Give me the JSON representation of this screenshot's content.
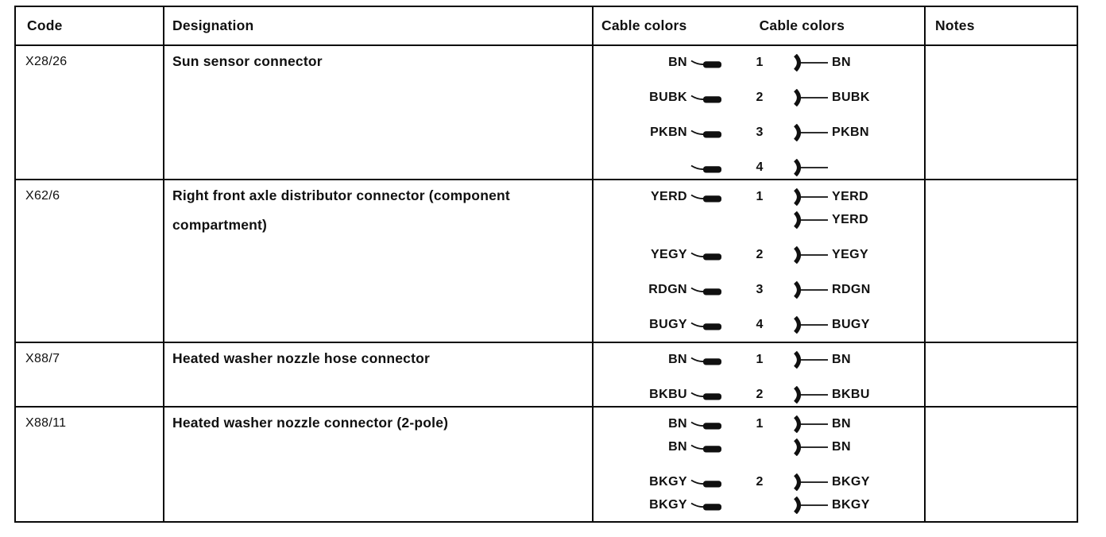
{
  "colors": {
    "ink": "#101010",
    "paper": "#ffffff",
    "rule_lines": "#0a0a0a"
  },
  "icons": {
    "wire_terminal": "wire-terminal-icon (wire lead ending in solid crimp terminal)",
    "socket_contact": "socket-contact-icon (bold open-arc socket with lead line)"
  },
  "table": {
    "headers": {
      "code": "Code",
      "designation": "Designation",
      "cable_colors_left": "Cable colors",
      "cable_colors_right": "Cable colors",
      "notes": "Notes"
    },
    "rows": [
      {
        "code": "X28/26",
        "designation": "Sun sensor connector",
        "notes": "",
        "pins": [
          {
            "pin": "1",
            "lines": [
              {
                "left": "BN",
                "wire": true,
                "right": "BN",
                "socket": true
              }
            ]
          },
          {
            "pin": "2",
            "lines": [
              {
                "left": "BUBK",
                "wire": true,
                "right": "BUBK",
                "socket": true
              }
            ]
          },
          {
            "pin": "3",
            "lines": [
              {
                "left": "PKBN",
                "wire": true,
                "right": "PKBN",
                "socket": true
              }
            ]
          },
          {
            "pin": "4",
            "lines": [
              {
                "left": "",
                "wire": true,
                "right": "",
                "socket": true
              }
            ]
          }
        ]
      },
      {
        "code": "X62/6",
        "designation": "Right front axle distributor connector (component compartment)",
        "notes": "",
        "pins": [
          {
            "pin": "1",
            "lines": [
              {
                "left": "YERD",
                "wire": true,
                "right": "YERD",
                "socket": true
              },
              {
                "left": "",
                "wire": false,
                "right": "YERD",
                "socket": true
              }
            ]
          },
          {
            "pin": "2",
            "lines": [
              {
                "left": "YEGY",
                "wire": true,
                "right": "YEGY",
                "socket": true
              }
            ]
          },
          {
            "pin": "3",
            "lines": [
              {
                "left": "RDGN",
                "wire": true,
                "right": "RDGN",
                "socket": true
              }
            ]
          },
          {
            "pin": "4",
            "lines": [
              {
                "left": "BUGY",
                "wire": true,
                "right": "BUGY",
                "socket": true
              }
            ]
          }
        ]
      },
      {
        "code": "X88/7",
        "designation": "Heated washer nozzle hose connector",
        "notes": "",
        "pins": [
          {
            "pin": "1",
            "lines": [
              {
                "left": "BN",
                "wire": true,
                "right": "BN",
                "socket": true
              }
            ]
          },
          {
            "pin": "2",
            "lines": [
              {
                "left": "BKBU",
                "wire": true,
                "right": "BKBU",
                "socket": true
              }
            ]
          }
        ]
      },
      {
        "code": "X88/11",
        "designation": "Heated washer nozzle connector (2-pole)",
        "notes": "",
        "pins": [
          {
            "pin": "1",
            "lines": [
              {
                "left": "BN",
                "wire": true,
                "right": "BN",
                "socket": true
              },
              {
                "left": "BN",
                "wire": true,
                "right": "BN",
                "socket": true
              }
            ]
          },
          {
            "pin": "2",
            "lines": [
              {
                "left": "BKGY",
                "wire": true,
                "right": "BKGY",
                "socket": true
              },
              {
                "left": "BKGY",
                "wire": true,
                "right": "BKGY",
                "socket": true
              }
            ]
          }
        ]
      }
    ]
  }
}
